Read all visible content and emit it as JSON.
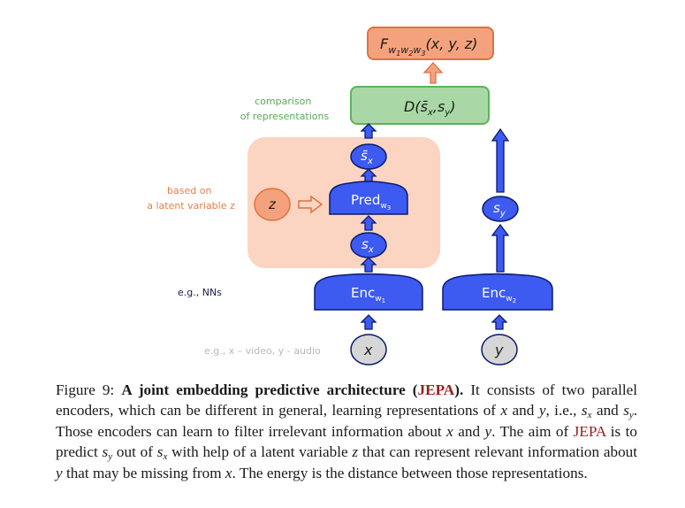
{
  "figure": {
    "energy_box": {
      "main": "F",
      "sub": "w",
      "sub_parts": [
        "1",
        "w",
        "2",
        "w",
        "3"
      ],
      "args": "(x, y, z)"
    },
    "distance_box": {
      "main": "D",
      "args_open": "(",
      "sbar": "s̄",
      "sbar_sub": "x",
      "comma": ",",
      "s": "s",
      "s_sub": "y",
      "args_close": ")"
    },
    "comparison_label": [
      "comparison",
      "of representations"
    ],
    "latent_label": [
      "based on",
      "a latent variable z"
    ],
    "latent_node": "z",
    "pred_node": {
      "main": "Pred",
      "sub": "w",
      "subsub": "3"
    },
    "sbar_x_node": {
      "main": "s̄",
      "sub": "x"
    },
    "s_x_node": {
      "main": "s",
      "sub": "x"
    },
    "s_y_node": {
      "main": "s",
      "sub": "y"
    },
    "enc1_node": {
      "main": "Enc",
      "sub": "w",
      "subsub": "1"
    },
    "enc2_node": {
      "main": "Enc",
      "sub": "w",
      "subsub": "2"
    },
    "x_node": "x",
    "y_node": "y",
    "nn_label": "e.g., NNs",
    "modality_label": "e.g., x – video, y - audio",
    "colors": {
      "blue_fill": "#3d5af1",
      "blue_stroke": "#0b1a6e",
      "orange_fill": "#f4a27d",
      "orange_stroke": "#e0723f",
      "peach_bg": "#fbd5c2",
      "green_fill": "#a9d8a6",
      "green_stroke": "#5cb35a",
      "gray_fill": "#d6d6d6",
      "orange_text": "#e67e4a",
      "green_text": "#5aaa58",
      "gray_text": "#b8b8b8",
      "navy_text": "#1a1a4a"
    }
  },
  "caption": {
    "figure_label": "Figure 9:",
    "title": "A joint embedding predictive architecture (",
    "title_link": "JEPA",
    "title_end": ").",
    "text1": "It consists of two parallel encoders, which can be different in general, learning representations of",
    "var_x": "x",
    "text2": "and",
    "var_y": "y",
    "text3": ", i.e.,",
    "s": "s",
    "sub_x": "x",
    "sub_y": "y",
    "text4": "and",
    "text5": ". Those encoders can learn to filter irrelevant information about",
    "text6": "and",
    "text7": ". The aim of",
    "link2": "JEPA",
    "text8": "is to predict",
    "text9": "out of",
    "text10": "with help of a latent variable",
    "var_z": "z",
    "text11": "that can represent relevant information about",
    "text12": "that may be missing from",
    "text13": ". The energy is the distance between those representations."
  }
}
